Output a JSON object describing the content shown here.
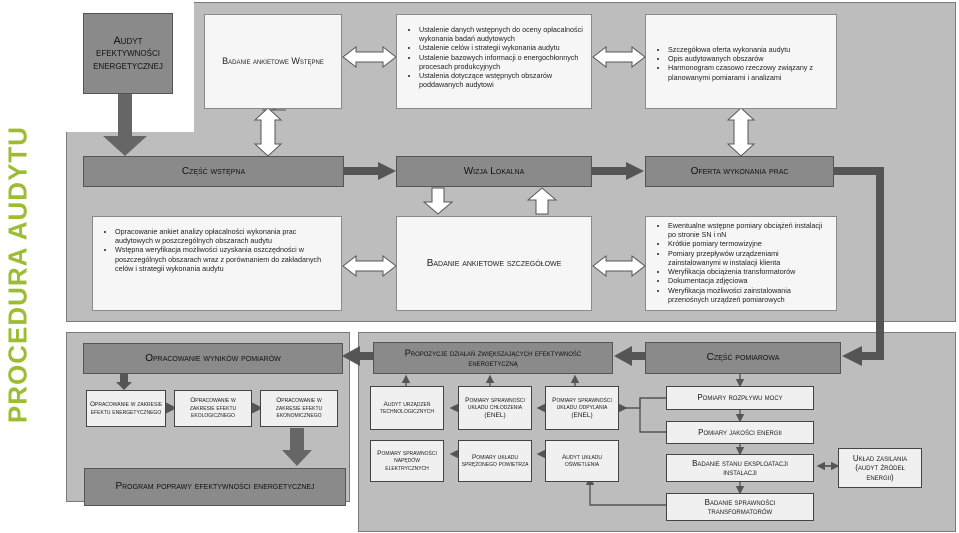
{
  "side_title": "PROCEDURA AUDYTU",
  "audyt_box": "Audyt efektywności energetycznej",
  "top": {
    "badanie_wstepne": "Badanie ankietowe Wstępne",
    "list1": [
      "Ustalenie danych wstępnych do oceny opłacalności wykonania badań audytowych",
      "Ustalenie celów i strategii wykonania audytu",
      "Ustalenie bazowych informacji o energochłonnych procesach produkcyjnych",
      "Ustalenia dotyczące wstępnych obszarów poddawanych audytowi"
    ],
    "list2": [
      "Szczegółowa oferta wykonania audytu",
      "Opis audytowanych obszarów",
      "Harmonogram czasowo rzeczowy związany z planowanymi pomiarami i analizami"
    ],
    "czesc_wstepna": "Część wstępna",
    "wizja": "Wizja Lokalna",
    "oferta": "Oferta wykonania prac",
    "list3": [
      "Opracowanie ankiet analizy opłacalności wykonania prac audytowych w poszczególnych obszarach audytu",
      "Wstępna weryfikacja możliwości uzyskania oszczędności w poszczególnych obszarach wraz z porównaniem do zakładanych celów i strategii wykonania audytu"
    ],
    "badanie_szczegolowe": "Badanie ankietowe szczegółowe",
    "list4": [
      "Ewentualne wstępne pomiary obciążeń instalacji po stronie SN i nN",
      "Krótkie pomiary termowizyjne",
      "Pomiary przepływów urządzeniami zainstalowanymi w instalacji klienta",
      "Weryfikacja obciążenia transformatorów",
      "Dokumentacja zdjęciowa",
      "Weryfikacja możliwości zainstalowania przenośnych urządzeń pomiarowych"
    ]
  },
  "left": {
    "opracowanie": "Opracowanie wyników pomiarów",
    "eff": "Opracowanie w zakresie efektu energetycznego",
    "eko": "Opracowanie w zakresie efektu ekologicznego",
    "ekon": "Opracowanie w zakresie efektu ekonomicznego",
    "program": "Program poprawy efektywności energetycznej"
  },
  "right": {
    "propozycje": "Propozycje działań zwiększających efektywność energetyczną",
    "czesc_pomiarowa": "Część pomiarowa",
    "audyt_tech": "Audyt urządzeń technologicznych",
    "chlodzenia": "Pomiary sprawności układu chłodzenia (ENEL)",
    "odpylania": "Pomiary sprawności układu odpylania (ENEL)",
    "napedow": "Pomiary sprawności napędów elektrycznych",
    "sprezonego": "Pomiary układu sprężonego powietrza",
    "oswietlenia": "Audyt układu oświetlenia",
    "rozplywu": "Pomiary rozpływu mocy",
    "jakosci": "Pomiary jakości energii",
    "stanu": "Badanie stanu eksploatacji instalacji",
    "transformatorow": "Badanie sprawności transformatorów",
    "uklad_zasilania": "Układ zasilania (audyt źródeł energii)"
  },
  "colors": {
    "panel": "#bdbdbd",
    "dark_box": "#8a8a8a",
    "light_box": "#f6f6f6",
    "arrow": "#555555",
    "side_title": "#9cbd33"
  }
}
